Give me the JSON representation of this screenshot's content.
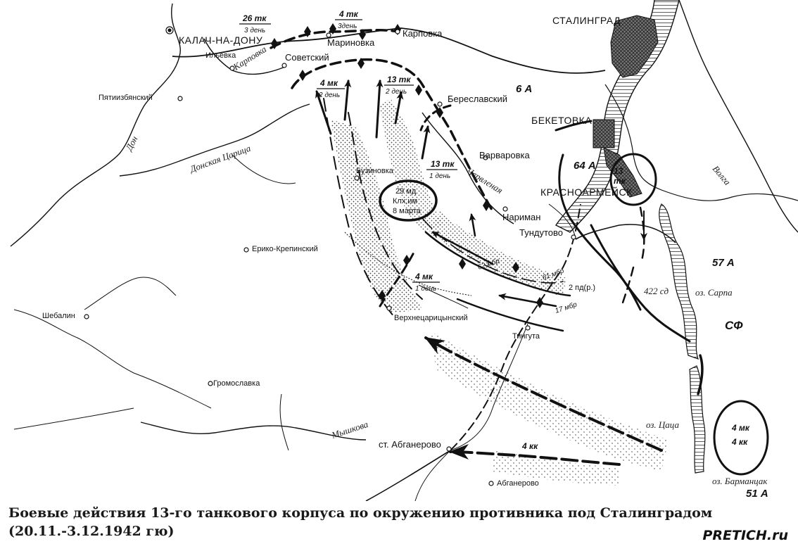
{
  "caption": {
    "line1": "Боевые действия 13-го танкового корпуса по окружению противника под Сталинградом",
    "line2": "(20.11.-3.12.1942 гю)"
  },
  "watermark": "PRETICH.ru",
  "places": {
    "kalach": "КАЛАЧ-НА-ДОНУ",
    "stalingrad": "СТАЛИНГРАД",
    "beketovka": "БЕКЕТОВКА",
    "krasnoarmeisk": "КРАСНОАРМЕЙСК",
    "ilevka": "Ильевка",
    "sovetsky": "Советский",
    "marinovka": "Мариновка",
    "karpovka": "Карповка",
    "pyatiizbyansky": "Пятиизбянский",
    "bereslavsky": "Береславский",
    "varvarovka": "Варваровка",
    "buzinovka": "Бузиновка",
    "nariman": "Нариман",
    "tundutovo": "Тундутово",
    "eriko": "Ерико-Крепинский",
    "shebalin": "Шебалин",
    "gromoslav": "Громославка",
    "vernetsaritsynsky": "Верхнецарицынский",
    "tinguta": "Тингута",
    "st_abganerovo": "ст. Абганерово",
    "abganerovo": "Абганерово"
  },
  "rivers": {
    "don": "Дон",
    "karpovka": "Карповка",
    "donskaya_tsaritsa": "Донская Царица",
    "chervlenaya": "Червленая",
    "myshkova": "Мышкова",
    "volga": "Волга"
  },
  "lakes": {
    "sarpa": "оз. Сарпа",
    "tsatsa": "оз. Цаца",
    "barmantsak": "оз. Барманцак"
  },
  "armies": {
    "a6": "6 А",
    "a64": "64 А",
    "a57": "57 А",
    "a51": "51 А",
    "sf": "СФ"
  },
  "units": {
    "tk26_top": "26 тк",
    "tk26_bottom": "3 день",
    "tk4_top": "4 тк",
    "tk4_bottom": "3день",
    "mk4_day2_top": "4 мк",
    "mk4_day2_bottom": "2 день",
    "tk13_day2_top": "13 тк",
    "tk13_day2_bottom": "2 день",
    "tk13_day1_top": "13 тк",
    "tk13_day1_bottom": "1 день",
    "mk4_day1_top": "4 мк",
    "mk4_day1_bottom": "1 день",
    "md29_l1": "29 мд",
    "md29_l2": "Клх.им",
    "md29_l3": "8 марта",
    "tk13_city_top": "13",
    "tk13_city_bottom": "тк",
    "mbr62": "62 мбр",
    "mbr61": "61 мбр",
    "mbr17": "17 мбр",
    "pd2": "2 пд(р.)",
    "sd422": "422 сд",
    "kk4": "4 кк",
    "mk4_ring_top": "4 мк",
    "mk4_ring_bottom": "4 кк"
  },
  "colors": {
    "ink": "#111111",
    "paper": "#ffffff",
    "city_fill": "#555555"
  }
}
